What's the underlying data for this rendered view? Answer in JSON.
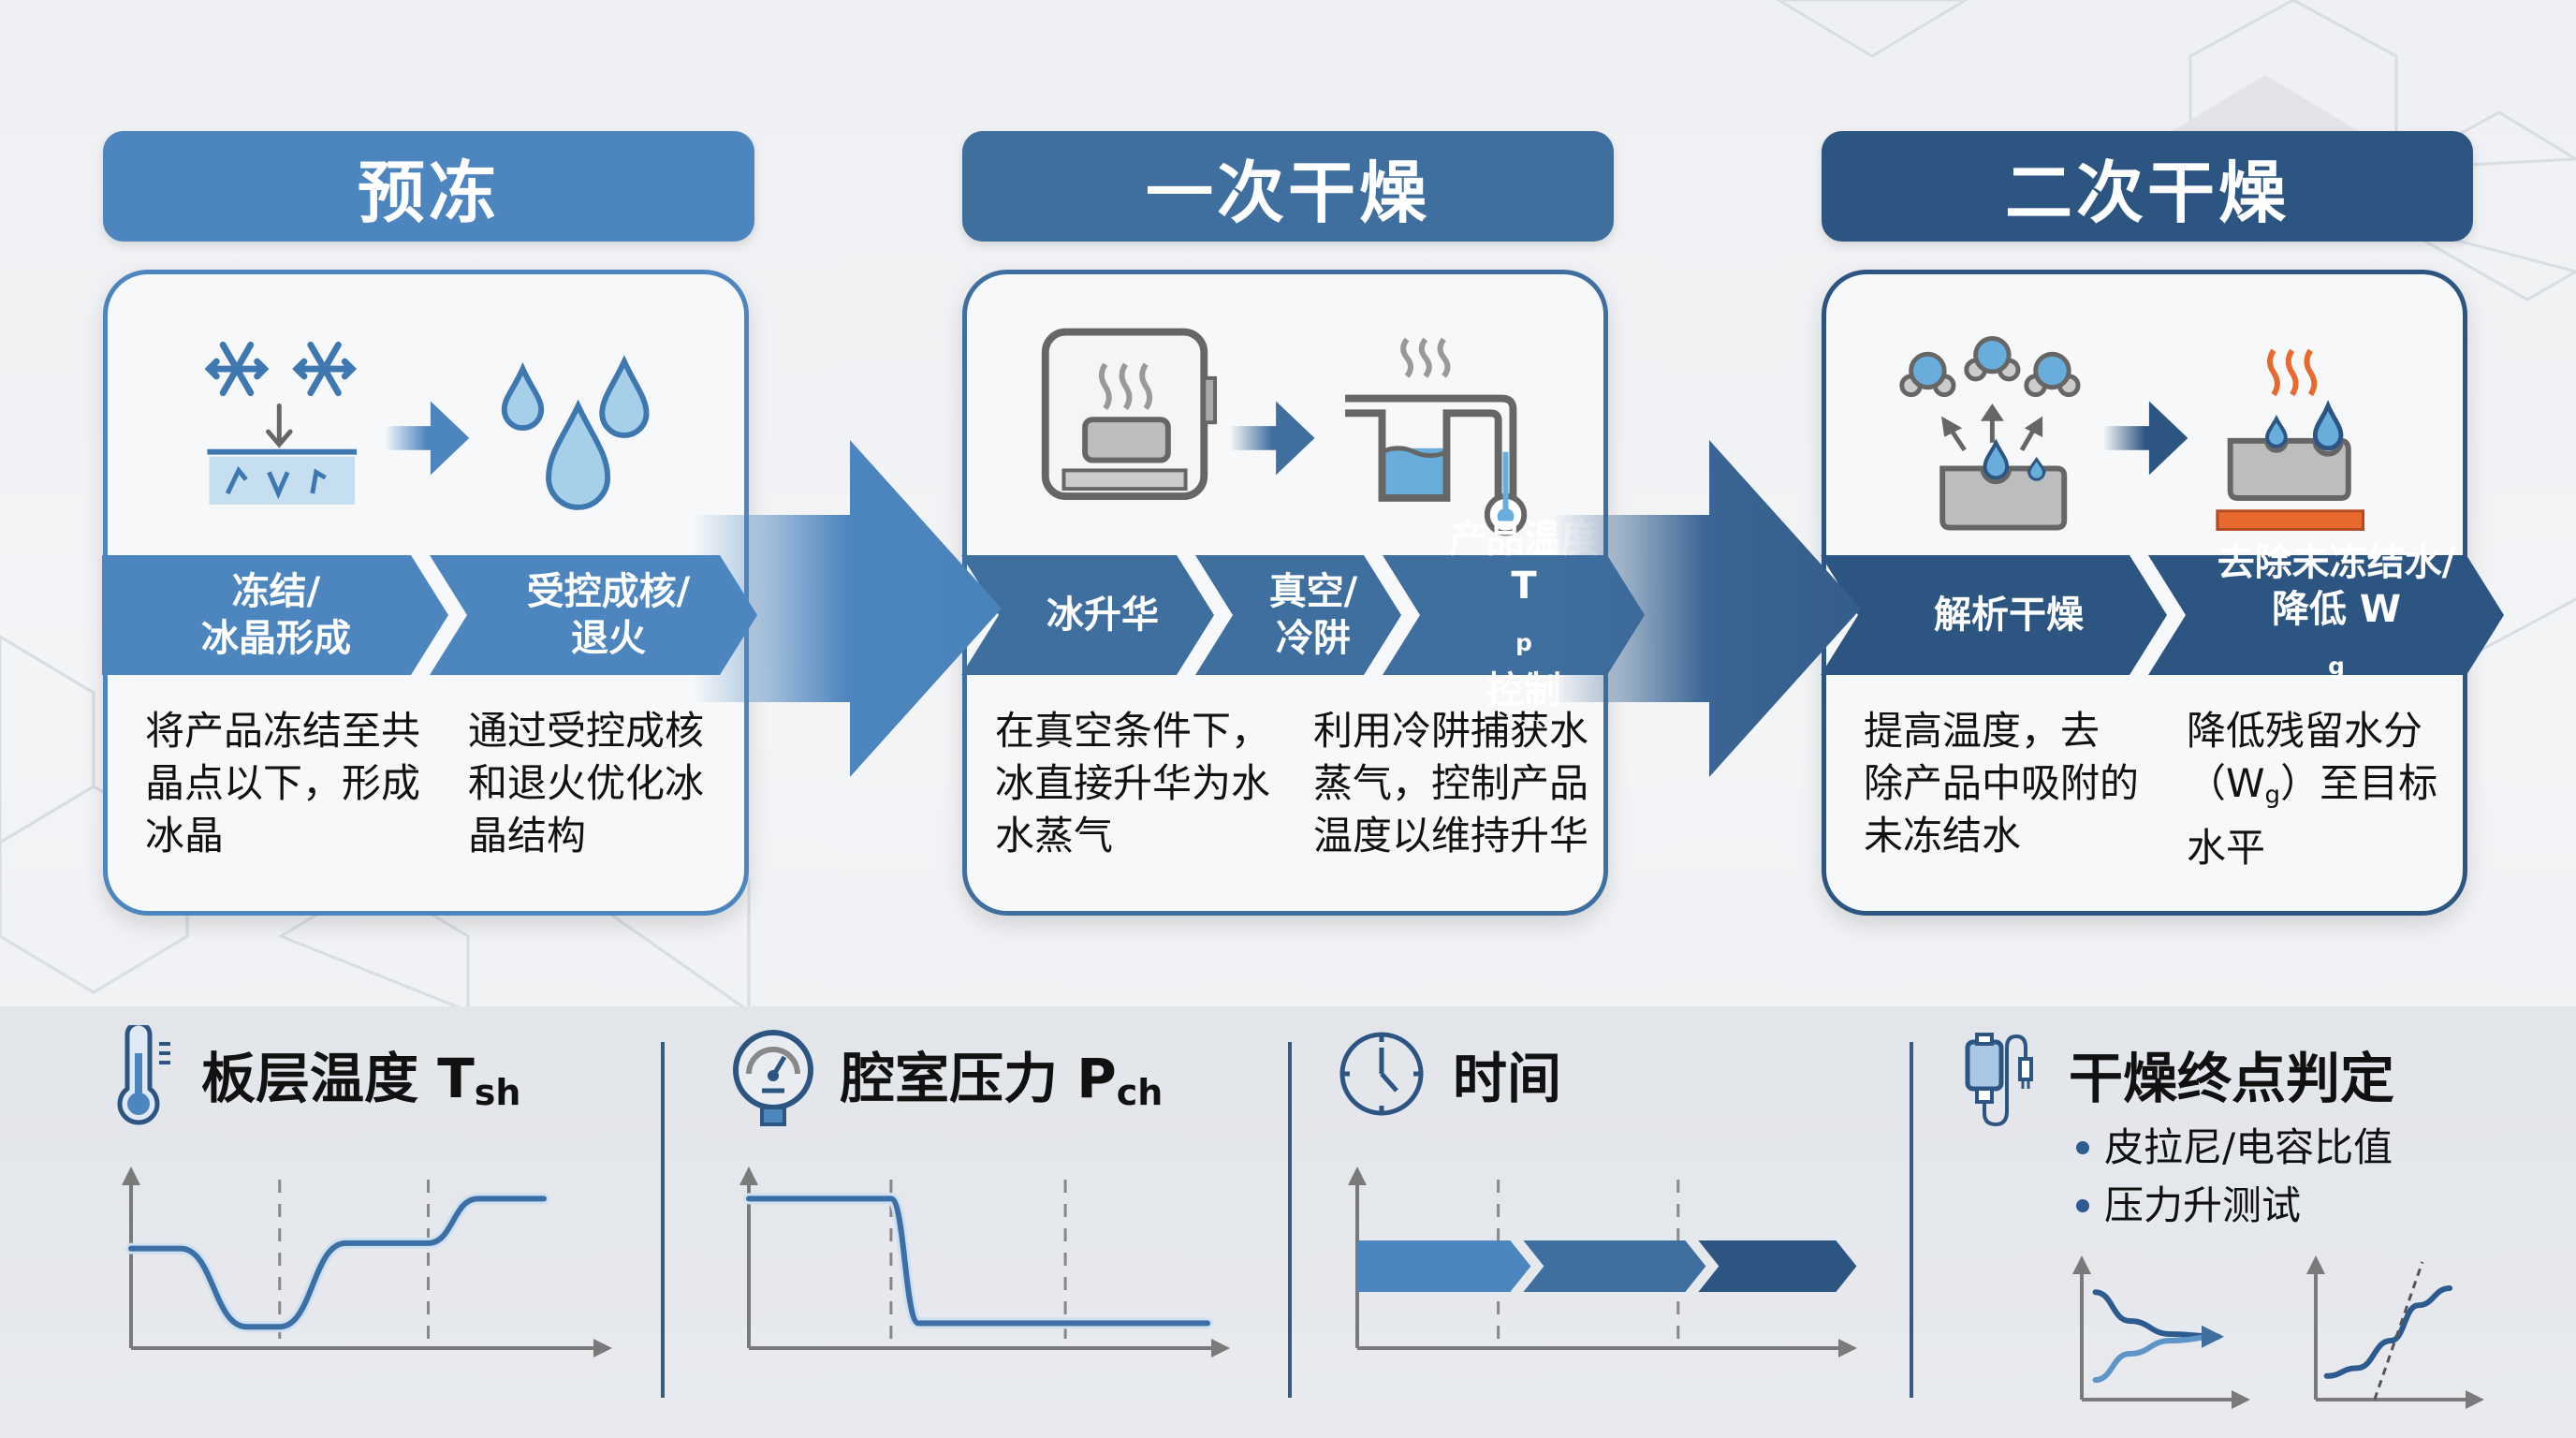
{
  "colors": {
    "phase1": "#4d86bf",
    "phase2": "#3f6f9f",
    "phase3": "#2c5582",
    "line": "#3b6fa6",
    "axis": "#7a7a7a",
    "heater": "#e8692e"
  },
  "phases": [
    {
      "title": "预冻",
      "steps": [
        {
          "line1": "冻结/",
          "line2": "冰晶形成"
        },
        {
          "line1": "受控成核/",
          "line2": "退火"
        }
      ],
      "descriptions": [
        [
          "将产品冻结至共",
          "晶点以下，形成",
          "冰晶"
        ],
        [
          "通过受控成核",
          "和退火优化冰",
          "晶结构"
        ]
      ],
      "icons": [
        "snowflake-freezing-icon",
        "water-drops-icon"
      ]
    },
    {
      "title": "一次干燥",
      "steps": [
        {
          "line1": "冰升华",
          "line2": ""
        },
        {
          "line1": "真空/",
          "line2": "冷阱"
        },
        {
          "line1": "产品温度",
          "line2_main": "T",
          "line2_sub": "p",
          "line2_rest": " 控制"
        }
      ],
      "descriptions": [
        [
          "在真空条件下，",
          "冰直接升华为水",
          "水蒸气"
        ],
        [
          "利用冷阱捕获水",
          "蒸气，控制产品",
          "温度以维持升华"
        ]
      ],
      "icons": [
        "freeze-dryer-chamber-icon",
        "condenser-cold-trap-icon"
      ]
    },
    {
      "title": "二次干燥",
      "steps": [
        {
          "line1": "解析干燥",
          "line2": ""
        },
        {
          "line1": "去除未冻结水/",
          "line2_main": "降低 W",
          "line2_sub": "g"
        }
      ],
      "descriptions": [
        [
          "提高温度，去",
          "除产品中吸附的",
          "未冻结水"
        ],
        [
          "降低残留水分",
          "（W_g）至目标",
          "水平"
        ]
      ],
      "desc2_line2_parts": {
        "open": "（W",
        "sub": "g",
        "close": "）至目标"
      },
      "icons": [
        "water-molecules-desorption-icon",
        "heated-product-icon"
      ]
    }
  ],
  "parameters": [
    {
      "title_main": "板层温度 T",
      "title_sub": "sh",
      "icon": "thermometer-icon"
    },
    {
      "title_main": "腔室压力 P",
      "title_sub": "ch",
      "icon": "pressure-gauge-icon"
    },
    {
      "title_main": "时间",
      "title_sub": "",
      "icon": "clock-icon"
    },
    {
      "title_main": "干燥终点判定",
      "title_sub": "",
      "icon": "sensor-probe-icon",
      "bullets": [
        "皮拉尼/电容比值",
        "压力升测试"
      ]
    }
  ],
  "chart_data": [
    {
      "type": "line",
      "title": "板层温度 Tsh",
      "xlabel": "",
      "ylabel": "",
      "phase_boundaries": [
        0.36,
        0.72
      ],
      "x": [
        0,
        0.12,
        0.28,
        0.36,
        0.52,
        0.64,
        0.72,
        0.84,
        1.0
      ],
      "y": [
        0.56,
        0.56,
        0.12,
        0.12,
        0.59,
        0.59,
        0.59,
        0.84,
        0.84
      ],
      "grid": false
    },
    {
      "type": "line",
      "title": "腔室压力 Pch",
      "xlabel": "",
      "ylabel": "",
      "phase_boundaries": [
        0.31,
        0.69
      ],
      "x": [
        0,
        0.31,
        0.37,
        1.0
      ],
      "y": [
        0.84,
        0.84,
        0.14,
        0.14
      ],
      "grid": false
    },
    {
      "type": "bar",
      "title": "时间",
      "orientation": "horizontal-chevrons",
      "phase_boundaries": [
        0.29,
        0.66
      ],
      "segments": [
        {
          "name": "预冻",
          "start": 0,
          "end": 0.33
        },
        {
          "name": "一次干燥",
          "start": 0.33,
          "end": 0.69
        },
        {
          "name": "二次干燥",
          "start": 0.69,
          "end": 1.0
        }
      ]
    },
    {
      "type": "line",
      "title": "皮拉尼/电容比值",
      "series": [
        {
          "name": "pirani",
          "x": [
            0.1,
            0.35,
            0.65,
            1.0
          ],
          "y": [
            0.82,
            0.6,
            0.5,
            0.48
          ]
        },
        {
          "name": "capacitance",
          "x": [
            0.1,
            0.35,
            0.65,
            1.0
          ],
          "y": [
            0.15,
            0.35,
            0.45,
            0.48
          ]
        }
      ]
    },
    {
      "type": "line",
      "title": "压力升测试",
      "series": [
        {
          "name": "pressure",
          "x": [
            0.08,
            0.3,
            0.55,
            0.75,
            0.98
          ],
          "y": [
            0.18,
            0.24,
            0.45,
            0.72,
            0.85
          ]
        },
        {
          "name": "tangent",
          "x": [
            0.43,
            0.78
          ],
          "y": [
            0.0,
            1.05
          ],
          "dashed": true
        }
      ]
    }
  ]
}
